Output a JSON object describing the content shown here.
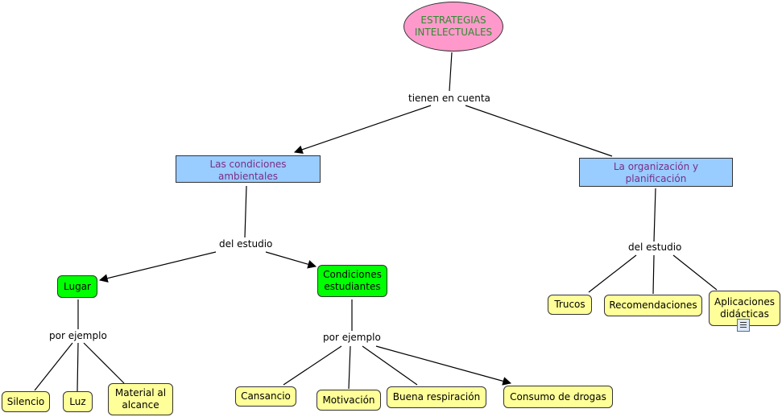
{
  "nodes": {
    "root": "ESTRATEGIAS INTELECTUALES",
    "ambientales": "Las condiciones ambientales",
    "organizacion": "La organización y planificación",
    "lugar": "Lugar",
    "condiciones_estudiantes": "Condiciones estudiantes",
    "silencio": "Silencio",
    "luz": "Luz",
    "material": "Material al alcance",
    "cansancio": "Cansancio",
    "motivacion": "Motivación",
    "respiracion": "Buena respiración",
    "drogas": "Consumo de drogas",
    "trucos": "Trucos",
    "recomendaciones": "Recomendaciones",
    "aplicaciones": "Aplicaciones didácticas"
  },
  "links": {
    "tienen": "tienen en cuenta",
    "del_estudio_left": "del estudio",
    "del_estudio_right": "del estudio",
    "por_ejemplo_left": "por ejemplo",
    "por_ejemplo_right": "por ejemplo"
  },
  "icons": {
    "resource": "document-icon"
  }
}
